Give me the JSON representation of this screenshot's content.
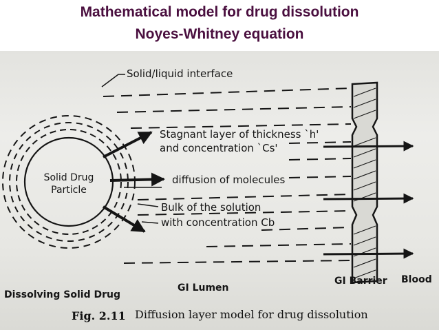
{
  "header": {
    "title": "Mathematical model for drug dissolution",
    "subtitle": "Noyes-Whitney equation"
  },
  "diagram": {
    "labels": {
      "interface": "Solid/liquid interface",
      "stagnant_line1": "Stagnant layer of thickness `h'",
      "stagnant_line2": "and concentration `Cs'",
      "diffusion": "diffusion of molecules",
      "bulk_line1": "Bulk of the solution",
      "bulk_line2": "with concentration Cb",
      "particle_line1": "Solid Drug",
      "particle_line2": "Particle"
    },
    "bottom_labels": {
      "dissolving": "Dissolving Solid Drug",
      "lumen": "GI Lumen",
      "barrier": "GI Barrier",
      "blood": "Blood"
    },
    "caption": {
      "fig_number": "Fig. 2.11",
      "text": "Diffusion layer model for drug dissolution"
    }
  },
  "colors": {
    "title": "#4a0f3f",
    "ink": "#151515",
    "paper": "#e8e8e4"
  }
}
